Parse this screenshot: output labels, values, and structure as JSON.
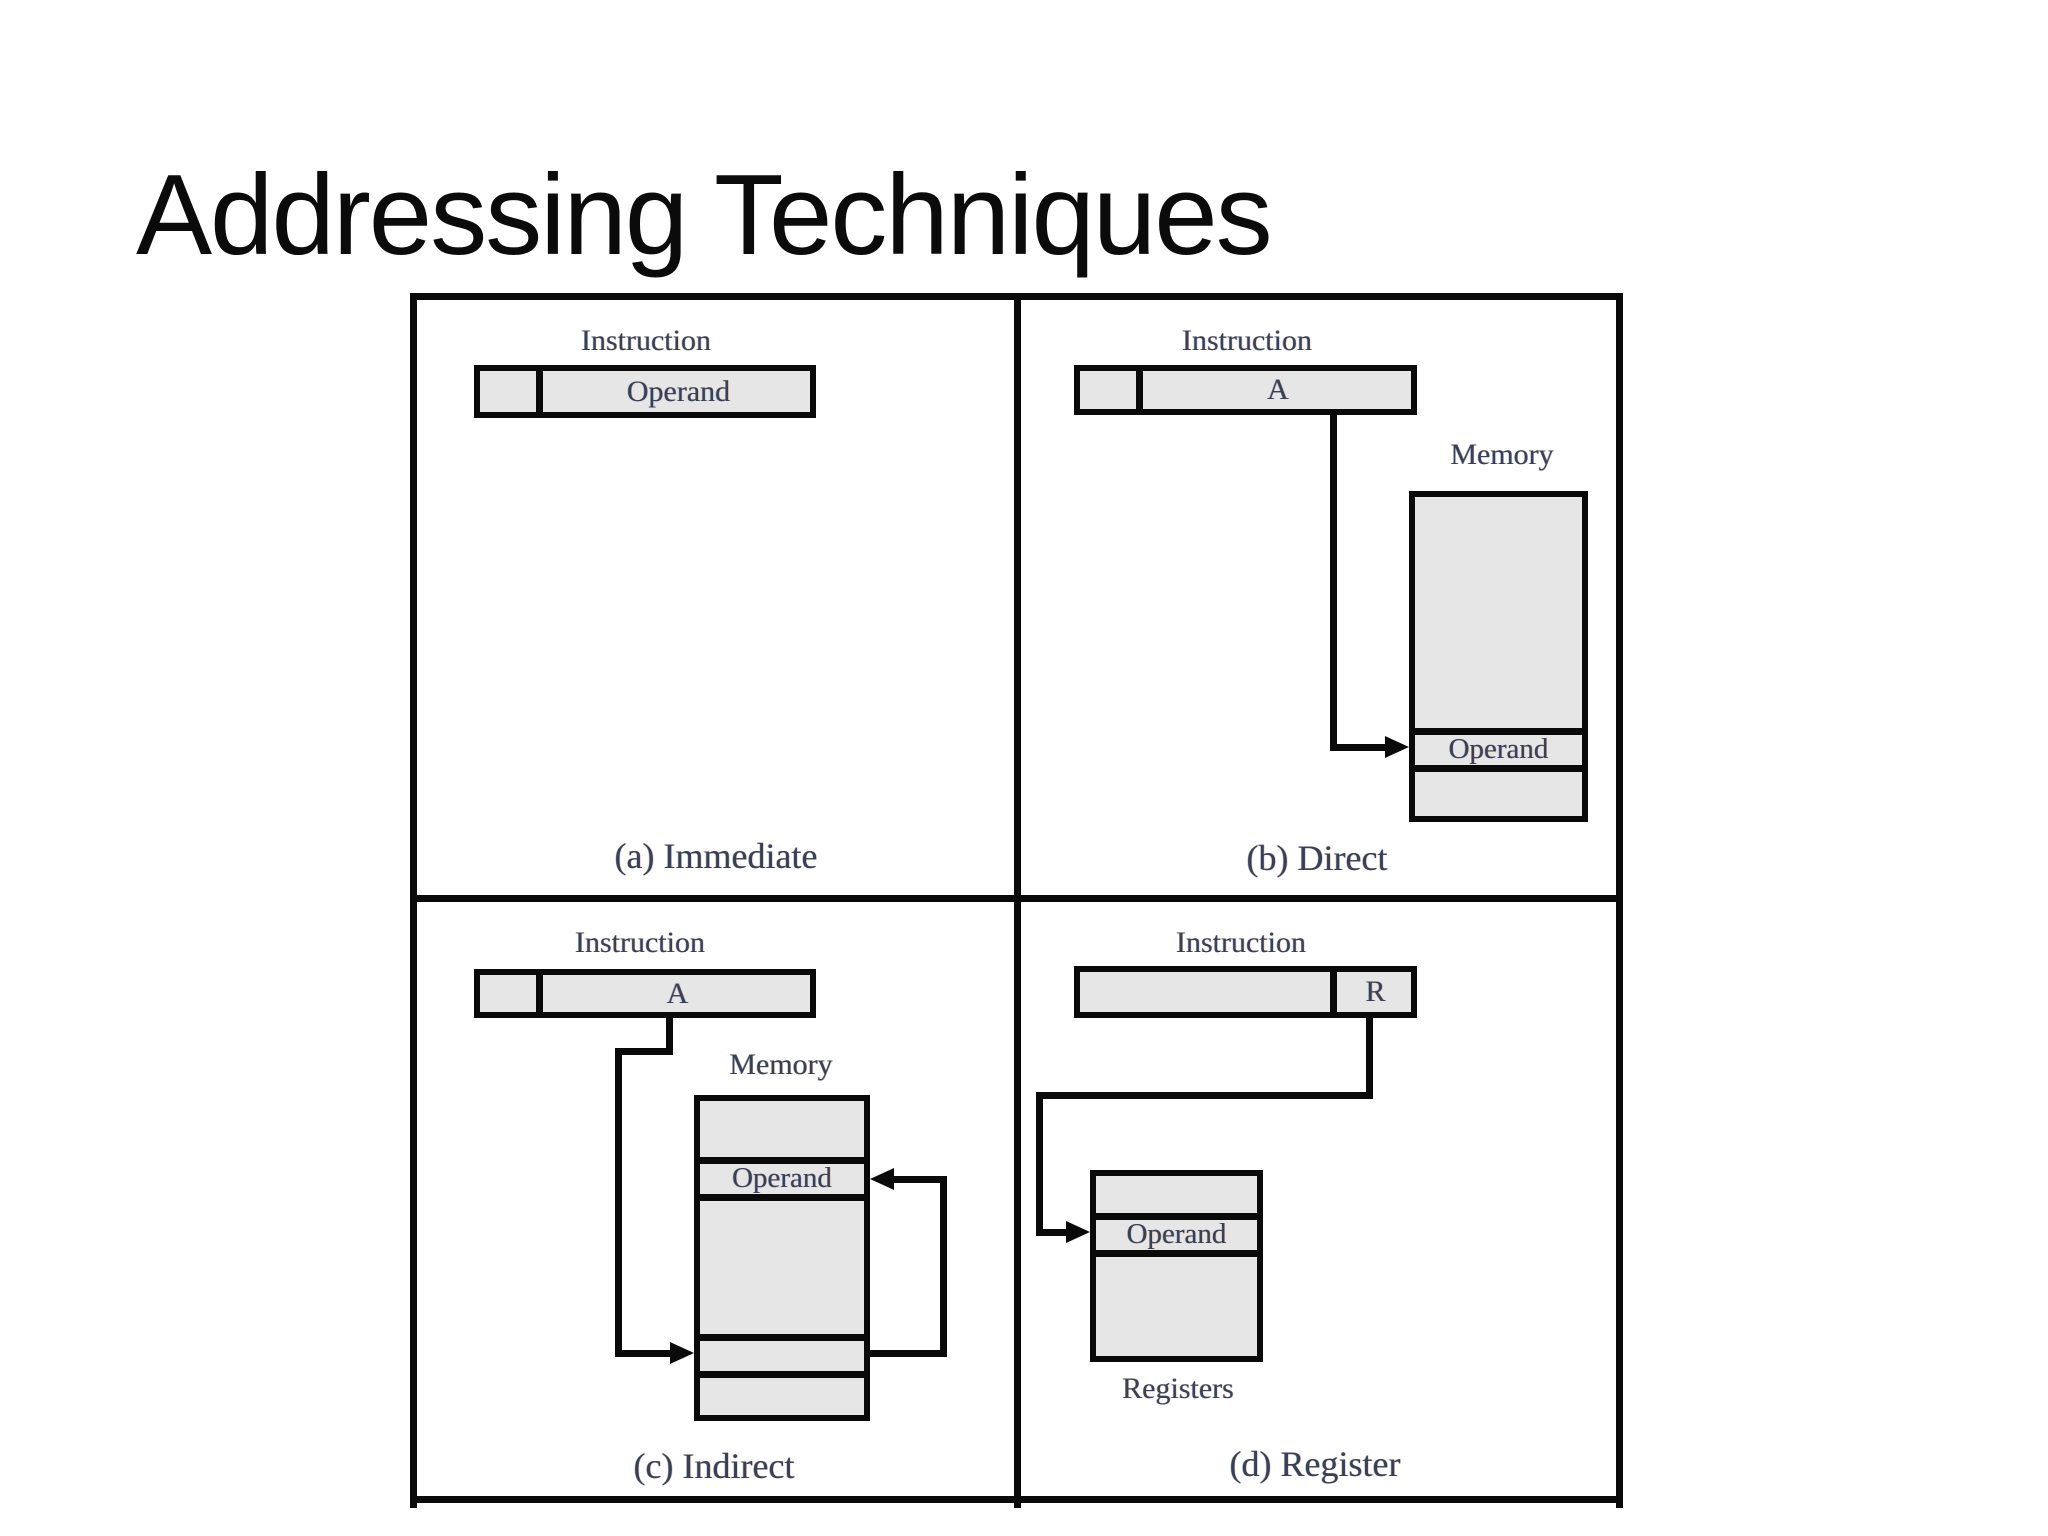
{
  "title": "Addressing Techniques",
  "figure": {
    "panel_a": {
      "instruction": "Instruction",
      "operand": "Operand",
      "caption": "(a) Immediate"
    },
    "panel_b": {
      "instruction": "Instruction",
      "address": "A",
      "memory": "Memory",
      "operand": "Operand",
      "caption": "(b) Direct"
    },
    "panel_c": {
      "instruction": "Instruction",
      "address": "A",
      "memory": "Memory",
      "operand": "Operand",
      "caption": "(c) Indirect"
    },
    "panel_d": {
      "instruction": "Instruction",
      "register": "R",
      "registers": "Registers",
      "operand": "Operand",
      "caption": "(d) Register"
    },
    "colors": {
      "line": "#0a0a0a",
      "cell_fill": "#e6e6e6",
      "label_text": "#3a4054",
      "title_text": "#0b0b0b"
    }
  }
}
